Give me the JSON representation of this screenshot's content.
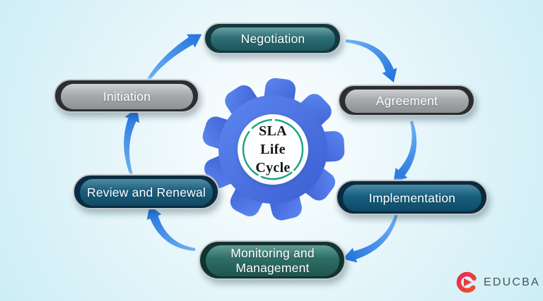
{
  "background": {
    "center_color": "#ffffff",
    "mid_color": "#e4f5fa",
    "edge_color": "#cdeef6"
  },
  "diagram": {
    "center": {
      "title_lines": [
        "SLA",
        "Life",
        "Cycle"
      ],
      "text_color": "#161616",
      "ring_color": "#17a283",
      "gear_color_start": "#5d87f0",
      "gear_color_end": "#3b5ed2"
    },
    "stages": [
      {
        "id": "negotiation",
        "label": "Negotiation",
        "fill": "#2d7076",
        "highlight": "#6aa2a6",
        "shade": "#1c565c",
        "edge": "#13393f",
        "text_color": "#ffffff"
      },
      {
        "id": "agreement",
        "label": "Agreement",
        "fill": "#a8abad",
        "highlight": "#cdd0d1",
        "shade": "#8d9093",
        "edge": "#2b2e30",
        "text_color": "#ffffff"
      },
      {
        "id": "implementation",
        "label": "Implementation",
        "fill": "#176080",
        "highlight": "#4d8aa5",
        "shade": "#0e4a66",
        "edge": "#0b2b3f",
        "text_color": "#ffffff"
      },
      {
        "id": "monitoring",
        "label": "Monitoring and Management",
        "fill": "#2e6f68",
        "highlight": "#639b94",
        "shade": "#1d554e",
        "edge": "#11342f",
        "text_color": "#ffffff"
      },
      {
        "id": "review",
        "label": "Review and Renewal",
        "fill": "#1b607f",
        "highlight": "#528ba3",
        "shade": "#104a65",
        "edge": "#0a2c40",
        "text_color": "#ffffff"
      },
      {
        "id": "initiation",
        "label": "Initiation",
        "fill": "#a9acae",
        "highlight": "#ced1d2",
        "shade": "#8e9194",
        "edge": "#2c2f31",
        "text_color": "#ffffff"
      }
    ],
    "arrow_color_light": "#6fb2f3",
    "arrow_color_dark": "#2273dd"
  },
  "branding": {
    "logo_text": "EDUCBA",
    "logo_text_color": "#4d5256",
    "logo_mark_color_start": "#e72c56",
    "logo_mark_color_end": "#ef4d23"
  }
}
